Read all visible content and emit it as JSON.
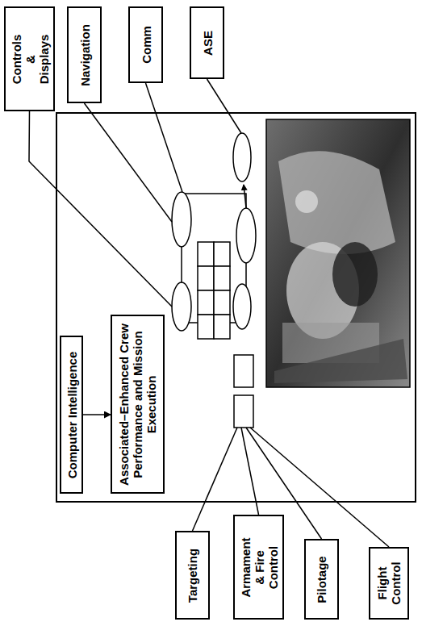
{
  "diagram": {
    "nodes": [
      {
        "text": [
          "Controls & Displays"
        ]
      },
      {
        "text": [
          "Navigation"
        ]
      },
      {
        "text": [
          "Comm"
        ]
      },
      {
        "text": [
          "ASE"
        ]
      },
      {
        "text": [
          "Computer Intelligence"
        ]
      },
      {
        "text": [
          "Associated–Enhanced Crew Performance and Mission Execution"
        ]
      },
      {
        "text": [
          "Targeting"
        ]
      },
      {
        "text": [
          "Armament & Fire Control"
        ]
      },
      {
        "text": [
          "Pilotage"
        ]
      },
      {
        "text": [
          "Flight Control"
        ]
      }
    ],
    "edges": [
      {
        "from": 4,
        "to": 5,
        "arrow": "to"
      }
    ]
  }
}
